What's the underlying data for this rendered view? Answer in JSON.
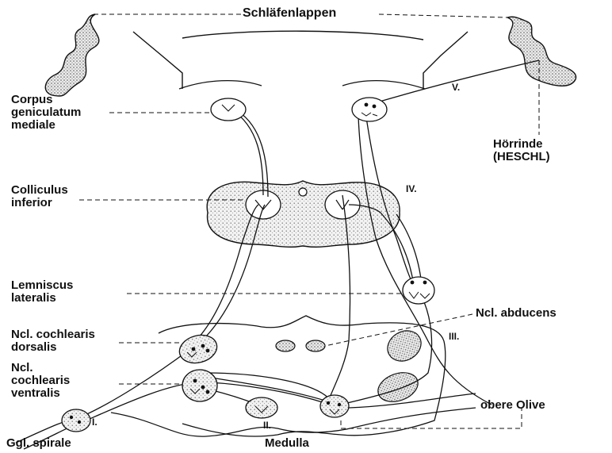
{
  "labels": {
    "temporal_lobe": "Schläfenlappen",
    "mgb": [
      "Corpus",
      "geniculatum",
      "mediale"
    ],
    "auditory_cortex": [
      "Hörrinde",
      "(HESCHL)"
    ],
    "inferior_colliculus": [
      "Colliculus",
      "inferior"
    ],
    "lateral_lemniscus": [
      "Lemniscus",
      "lateralis"
    ],
    "abducens_nucleus": "Ncl. abducens",
    "dorsal_cochlear": [
      "Ncl. cochlearis",
      "dorsalis"
    ],
    "ventral_cochlear": [
      "Ncl.",
      "cochlearis",
      "ventralis"
    ],
    "superior_olive": "obere Olive",
    "spiral_ganglion": "Ggl. spirale",
    "medulla": "Medulla"
  },
  "neuron_numbers": {
    "n1": "I.",
    "n2": "II.",
    "n3": "III.",
    "n4": "IV.",
    "n5": "V."
  },
  "colors": {
    "ink": "#111111",
    "stipple_fill": "#d8d8d8",
    "background": "#ffffff"
  }
}
